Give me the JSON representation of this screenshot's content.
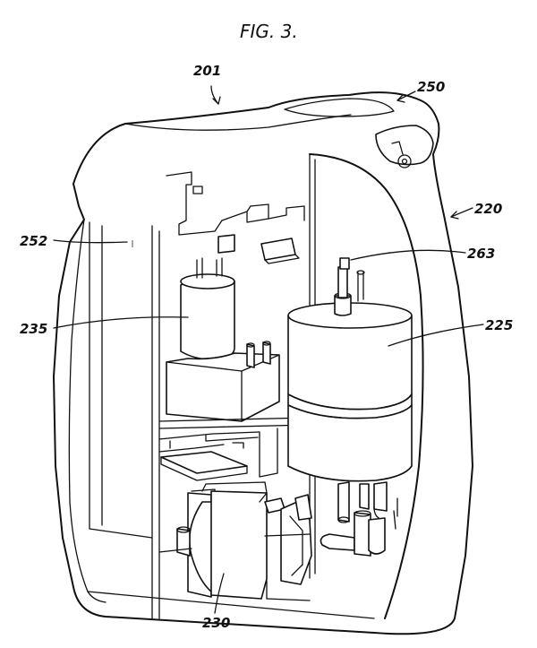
{
  "figure": {
    "title": "FIG. 3.",
    "callouts": [
      {
        "id": "201",
        "text": "201"
      },
      {
        "id": "250",
        "text": "250"
      },
      {
        "id": "220",
        "text": "220"
      },
      {
        "id": "252",
        "text": "252"
      },
      {
        "id": "263",
        "text": "263"
      },
      {
        "id": "235",
        "text": "235"
      },
      {
        "id": "225",
        "text": "225"
      },
      {
        "id": "230",
        "text": "230"
      }
    ]
  }
}
